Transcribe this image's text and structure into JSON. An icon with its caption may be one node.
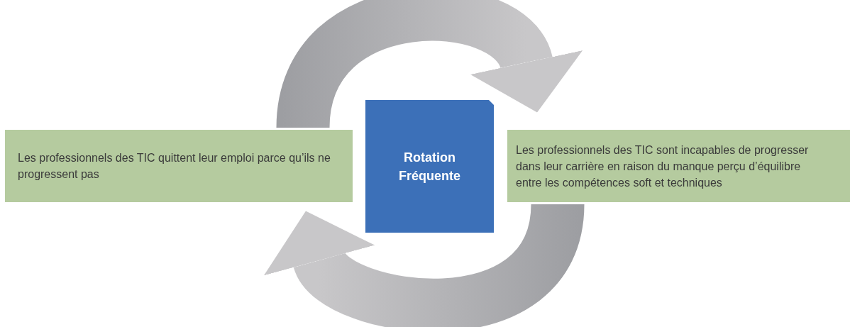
{
  "diagram": {
    "nodes": [
      {
        "text": [
          "Les professionnels des TIC quittent leur emploi parce qu’ils ne progressent pas"
        ]
      },
      {
        "text": [
          "Rotation Fréquente"
        ]
      },
      {
        "text": [
          "Les professionnels des TIC sont incapables de progresser dans leur carrière en raison du manque perçu d’équilibre entre les compétences soft et techniques"
        ]
      }
    ],
    "edges": [
      {
        "from": 0,
        "to": 2,
        "arrow": "to",
        "style": "thick"
      },
      {
        "from": 2,
        "to": 0,
        "arrow": "to",
        "style": "thick"
      }
    ]
  }
}
